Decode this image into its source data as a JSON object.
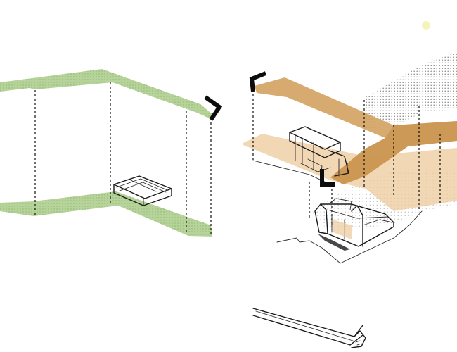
{
  "colors": {
    "green_band": "#b6d49a",
    "green_dots": "#6f9a52",
    "ochre_band": "#d4a463",
    "ochre_dark": "#c48a43",
    "beige_plane": "#ecc99b",
    "grey_dots": "#6e6e6e",
    "line": "#111111",
    "sun": "#f4f4b8"
  },
  "left_view": {
    "name": "green-corridor-section",
    "furniture": [
      "bench"
    ]
  },
  "right_view": {
    "name": "ochre-corridor-section",
    "furniture": [
      "table-with-chairs",
      "sofa"
    ]
  }
}
